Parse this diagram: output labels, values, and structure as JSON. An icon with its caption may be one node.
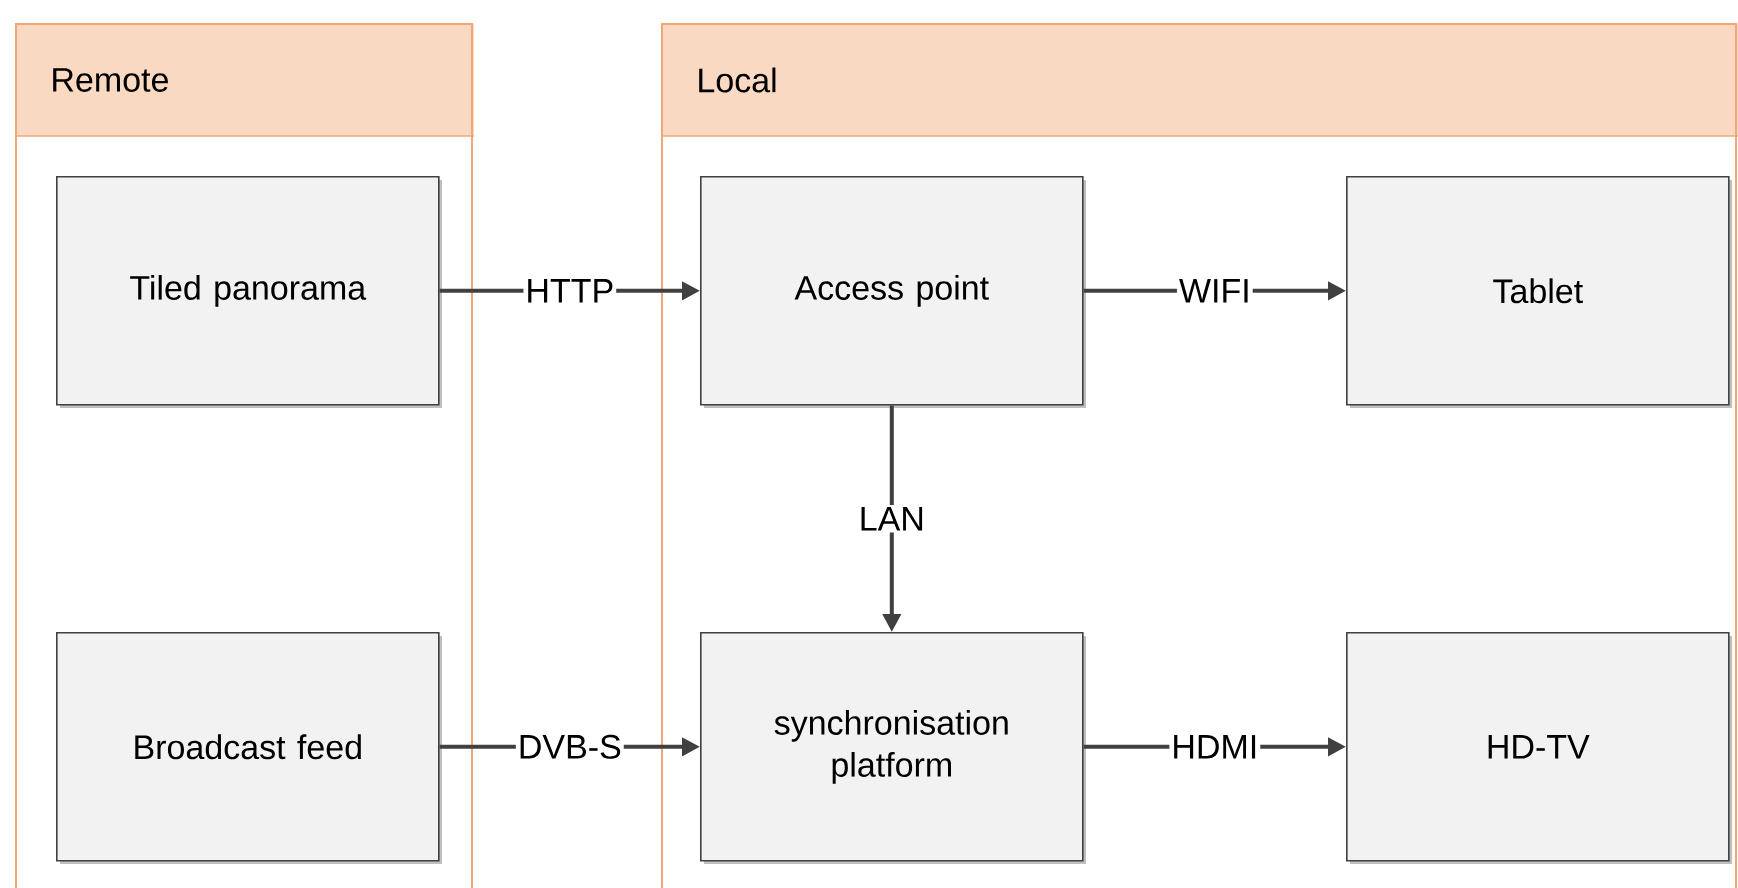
{
  "diagram": {
    "nodes": [
      {
        "text": [
          "Remote"
        ]
      },
      {
        "text": [
          "Tiled panorama"
        ],
        "in": 0
      },
      {
        "text": [
          "Broadcast feed"
        ],
        "in": 0
      },
      {
        "text": [
          "Local"
        ]
      },
      {
        "text": [
          "Access point"
        ],
        "in": 3
      },
      {
        "text": [
          "Tablet"
        ],
        "in": 3
      },
      {
        "text": [
          "synchronisation platform"
        ],
        "in": 3
      },
      {
        "text": [
          "HD-TV"
        ],
        "in": 3
      }
    ],
    "edges": [
      {
        "from": 1,
        "to": 4,
        "arrow": "to",
        "label": "HTTP"
      },
      {
        "from": 4,
        "to": 5,
        "arrow": "to",
        "label": "WIFI"
      },
      {
        "from": 4,
        "to": 6,
        "arrow": "to",
        "label": "LAN"
      },
      {
        "from": 2,
        "to": 6,
        "arrow": "to",
        "label": "DVB-S"
      },
      {
        "from": 6,
        "to": 7,
        "arrow": "to",
        "label": "HDMI"
      }
    ]
  }
}
